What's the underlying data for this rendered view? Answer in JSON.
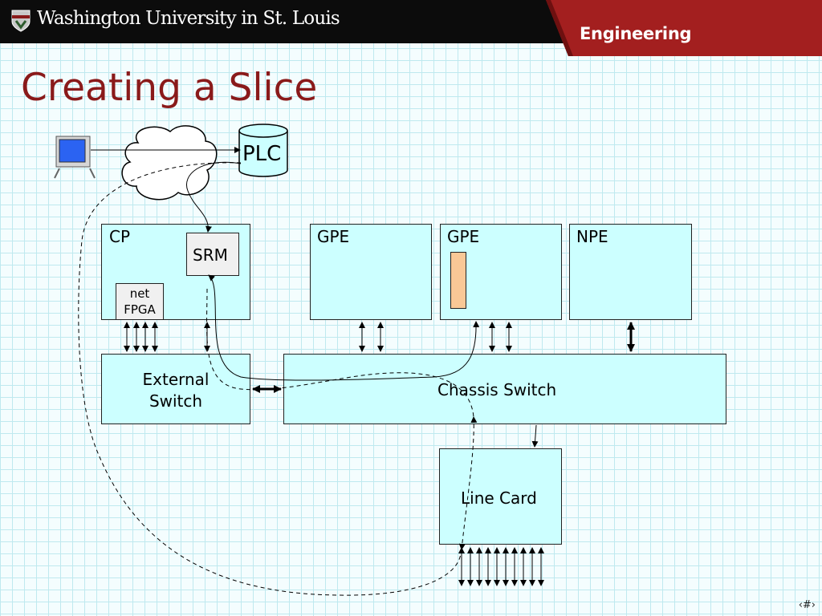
{
  "header": {
    "university": "Washington University in St. Louis",
    "school": "Engineering"
  },
  "slide": {
    "title": "Creating a Slice",
    "page_number": "‹#›"
  },
  "diagram": {
    "plc_label": "PLC",
    "cp_label": "CP",
    "srm_label": "SRM",
    "net_fpga_line1": "net",
    "net_fpga_line2": "FPGA",
    "gpe1_label": "GPE",
    "gpe2_label": "GPE",
    "npe_label": "NPE",
    "external_switch_line1": "External",
    "external_switch_line2": "Switch",
    "chassis_switch_label": "Chassis Switch",
    "line_card_label": "Line Card"
  },
  "colors": {
    "header_black": "#0c0c0c",
    "brand_red": "#a31f1f",
    "title_red": "#8a1a1a",
    "box_fill": "#ccffff",
    "slice_fill": "#f9c896",
    "monitor_blue": "#2b63f2"
  }
}
